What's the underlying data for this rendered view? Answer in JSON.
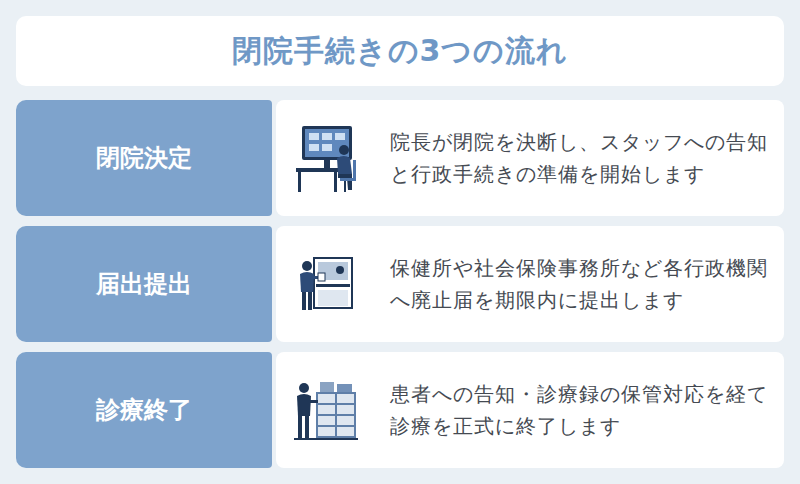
{
  "diagram": {
    "title": "閉院手続きの3つの流れ",
    "nodes": [
      {
        "text": [
          "閉院決定"
        ]
      },
      {
        "text": [
          "院長が閉院を決断し、スタッフへの告知と行政手続きの準備を開始します"
        ]
      },
      {
        "text": [
          "届出提出"
        ]
      },
      {
        "text": [
          "保健所や社会保険事務所など各行政機関へ廃止届を期限内に提出します"
        ]
      },
      {
        "text": [
          "診療終了"
        ]
      },
      {
        "text": [
          "患者への告知・診療録の保管対応を経て診療を正式に終了します"
        ]
      }
    ]
  }
}
